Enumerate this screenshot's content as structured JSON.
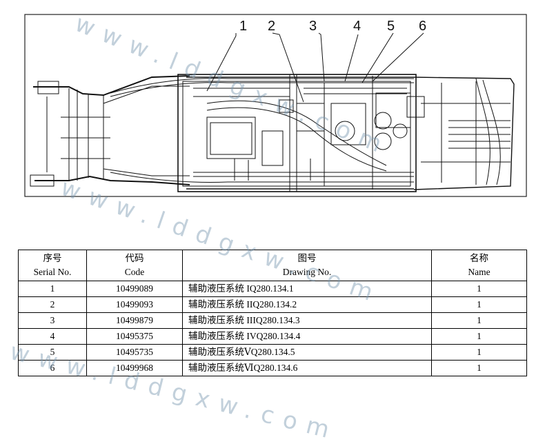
{
  "drawing": {
    "callouts": [
      "1",
      "2",
      "3",
      "4",
      "5",
      "6"
    ]
  },
  "watermark": {
    "text": "www.lddgxw.com"
  },
  "table": {
    "headers": [
      {
        "cn": "序号",
        "en": "Serial No."
      },
      {
        "cn": "代码",
        "en": "Code"
      },
      {
        "cn": "图号",
        "en": "Drawing No."
      },
      {
        "cn": "名称",
        "en": "Name"
      }
    ],
    "rows": [
      {
        "serial": "1",
        "code": "10499089",
        "drawing": "辅助液压系统 IQ280.134.1",
        "qty": "1"
      },
      {
        "serial": "2",
        "code": "10499093",
        "drawing": "辅助液压系统 IIQ280.134.2",
        "qty": "1"
      },
      {
        "serial": "3",
        "code": "10499879",
        "drawing": "辅助液压系统 IIIQ280.134.3",
        "qty": "1"
      },
      {
        "serial": "4",
        "code": "10495375",
        "drawing": "辅助液压系统 IVQ280.134.4",
        "qty": "1"
      },
      {
        "serial": "5",
        "code": "10495735",
        "drawing": "辅助液压系统ⅤQ280.134.5",
        "qty": "1"
      },
      {
        "serial": "6",
        "code": "10499968",
        "drawing": "辅助液压系统ⅥQ280.134.6",
        "qty": "1"
      }
    ]
  }
}
